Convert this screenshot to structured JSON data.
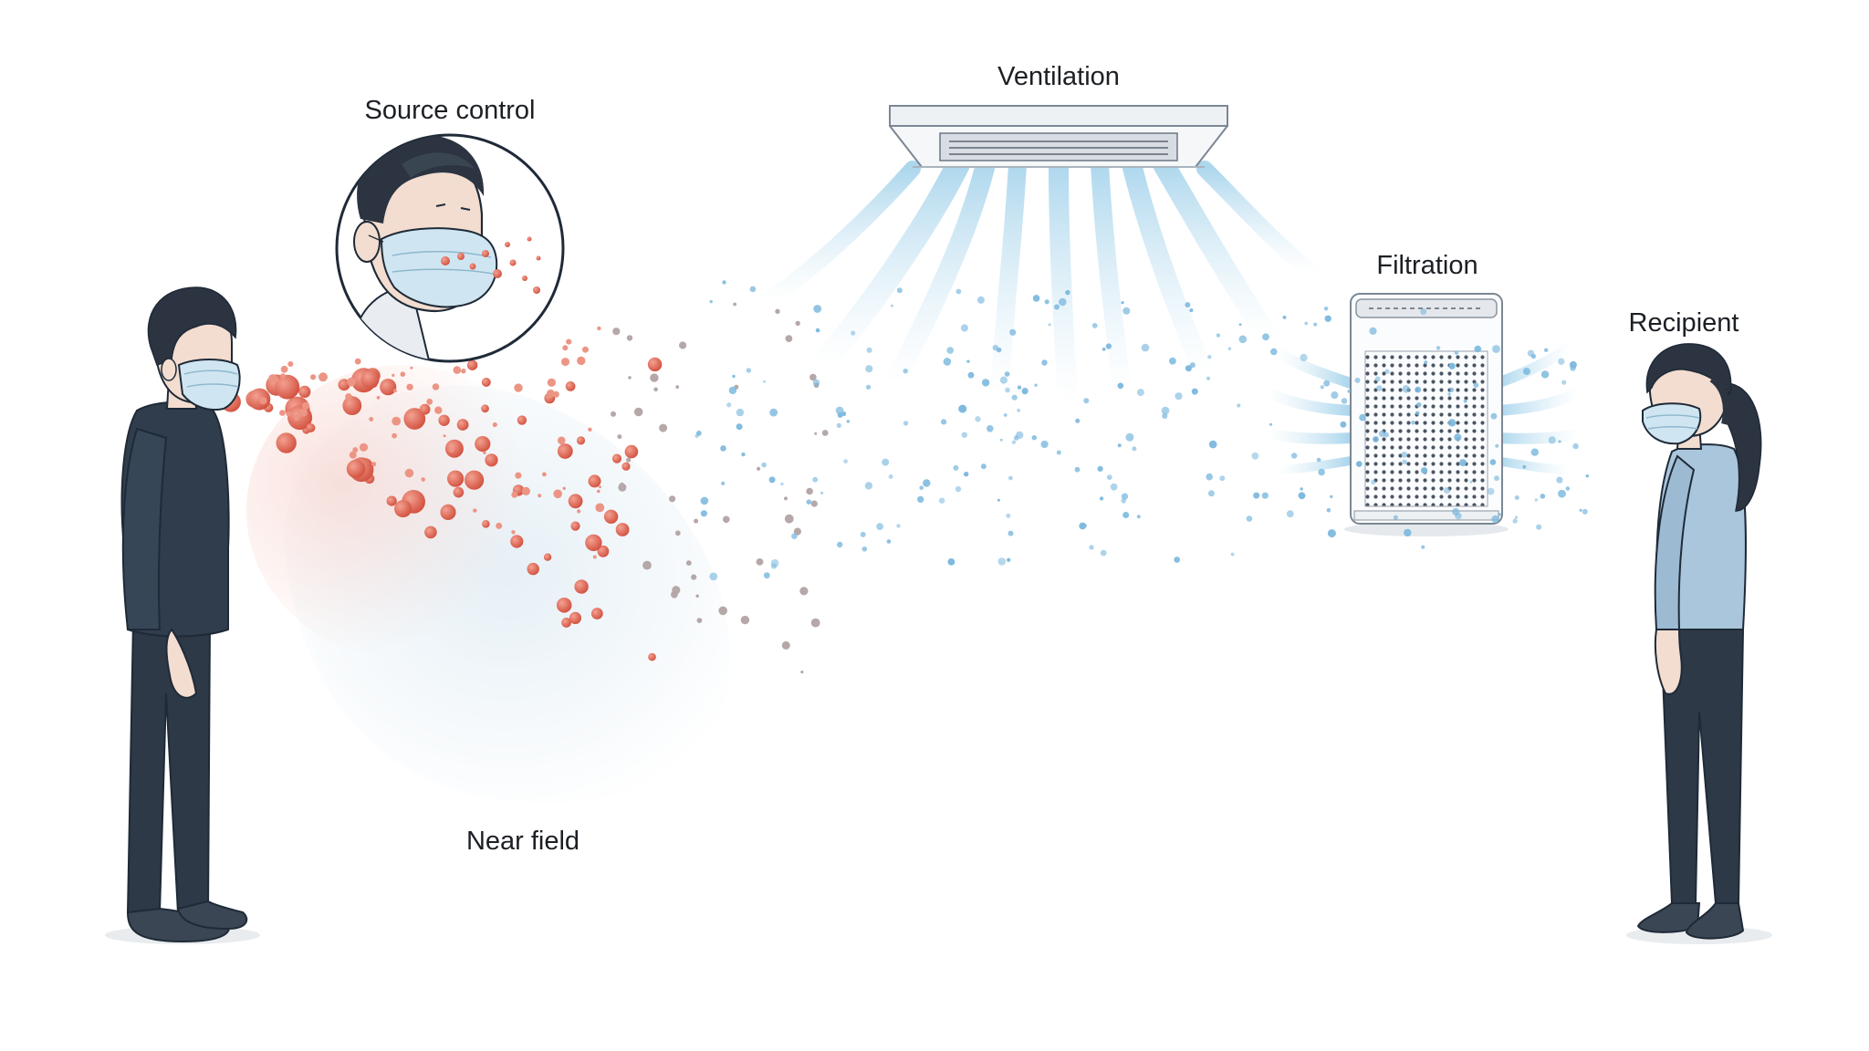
{
  "labels": {
    "source_control": "Source control",
    "ventilation": "Ventilation",
    "filtration": "Filtration",
    "recipient": "Recipient",
    "near_field": "Near field"
  },
  "colors": {
    "outline": "#1f2a38",
    "clothing_dark": "#2f3d4c",
    "recipient_top": "#a9c6dc",
    "recipient_pants": "#2d3947",
    "hair": "#2b3440",
    "skin": "#f3ddd0",
    "mask": "#cfe6f2",
    "large_droplet": "#e0614f",
    "small_droplet": "#ec9585",
    "aerosol": "#7db9de",
    "airflow": "#bfe0f1",
    "near_field_haze": "#e3eef5"
  },
  "icons": {
    "source_person": "masked-man-icon",
    "recipient": "masked-woman-icon",
    "ceiling_unit": "ceiling-vent-icon",
    "purifier": "air-purifier-icon",
    "inset": "mask-closeup-icon"
  }
}
